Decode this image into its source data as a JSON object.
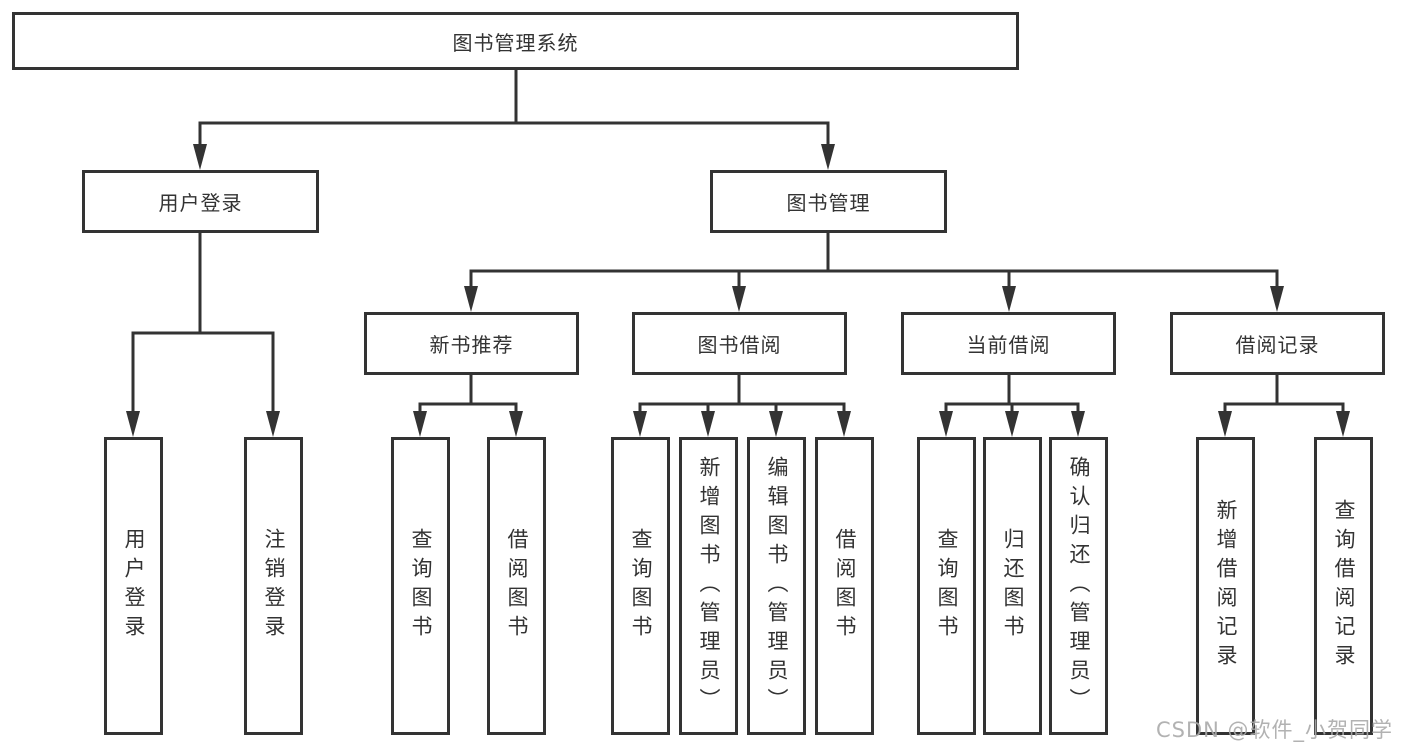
{
  "diagram": {
    "root": {
      "label": "图书管理系统"
    },
    "branches": [
      {
        "label": "用户登录",
        "children": [
          {
            "label": "用户登录"
          },
          {
            "label": "注销登录"
          }
        ]
      },
      {
        "label": "图书管理",
        "children": [
          {
            "label": "新书推荐",
            "children": [
              {
                "label": "查询图书"
              },
              {
                "label": "借阅图书"
              }
            ]
          },
          {
            "label": "图书借阅",
            "children": [
              {
                "label": "查询图书"
              },
              {
                "label": "新增图书（管理员）"
              },
              {
                "label": "编辑图书（管理员）"
              },
              {
                "label": "借阅图书"
              }
            ]
          },
          {
            "label": "当前借阅",
            "children": [
              {
                "label": "查询图书"
              },
              {
                "label": "归还图书"
              },
              {
                "label": "确认归还（管理员）"
              }
            ]
          },
          {
            "label": "借阅记录",
            "children": [
              {
                "label": "新增借阅记录"
              },
              {
                "label": "查询借阅记录"
              }
            ]
          }
        ]
      }
    ]
  },
  "watermark": {
    "text": "CSDN @软件_小贺同学"
  },
  "colors": {
    "line": "#333333",
    "text": "#333333",
    "box_fill": "#ffffff",
    "watermark": "#aaaaaa",
    "background": "#ffffff"
  }
}
